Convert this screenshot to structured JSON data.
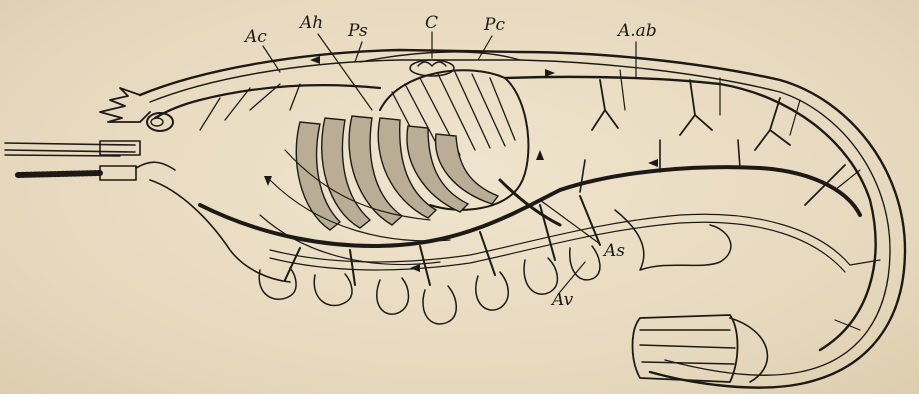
{
  "figure": {
    "ink_color": "#1d1a16",
    "paper_color": "#e8dcc4",
    "labels": {
      "ah": "Ah",
      "ps": "Ps",
      "c": "C",
      "pc": "Pc",
      "ac": "Ac",
      "aab": "A.ab",
      "as": "As",
      "av": "Av"
    }
  }
}
